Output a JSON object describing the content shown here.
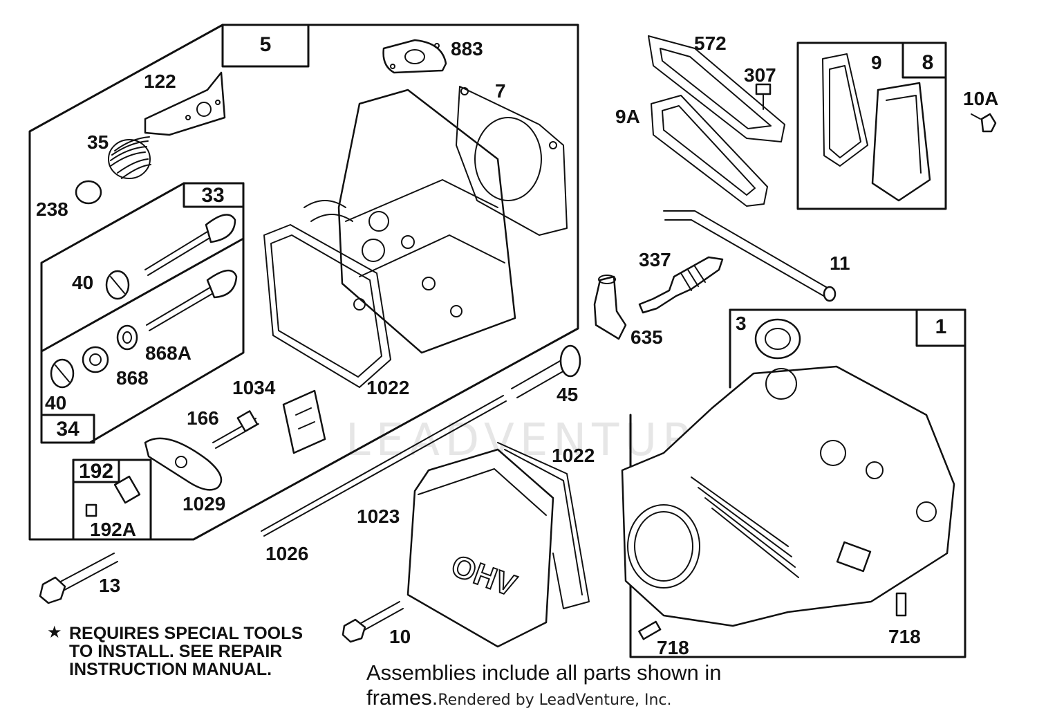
{
  "watermark": "LEADVENTURE",
  "frame_labels": {
    "f5": "5",
    "f33": "33",
    "f34": "34",
    "f192": "192",
    "f1": "1",
    "f8": "8"
  },
  "part_labels": {
    "p883": "883",
    "p122": "122",
    "p7": "7",
    "p35": "35",
    "p238": "238",
    "p40a": "40",
    "p40b": "40",
    "p868a": "868A",
    "p868": "868",
    "p1034": "1034",
    "p1022a": "1022",
    "p166": "166",
    "p1029": "1029",
    "p192a": "192A",
    "p13": "13",
    "p1026": "1026",
    "p1023": "1023",
    "p1022b": "1022",
    "p10": "10",
    "p45": "45",
    "p572": "572",
    "p307": "307",
    "p9a": "9A",
    "p9": "9",
    "p10a": "10A",
    "p337": "337",
    "p11": "11",
    "p635": "635",
    "p3": "3",
    "p718a": "718",
    "p718b": "718"
  },
  "engraving": "OHV",
  "note": {
    "star": "★",
    "line1": "REQUIRES SPECIAL TOOLS",
    "line2": "TO INSTALL.  SEE REPAIR",
    "line3": "INSTRUCTION MANUAL."
  },
  "footer": {
    "text": "Assemblies include all parts shown in frames.",
    "rendered_by": "Rendered by LeadVenture, Inc."
  }
}
